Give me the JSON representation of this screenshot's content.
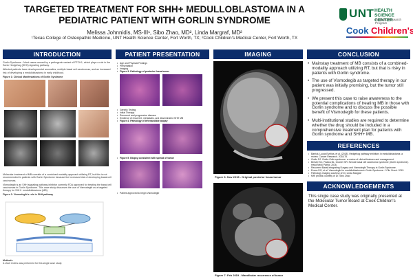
{
  "header": {
    "title": "TARGETED TREATMENT FOR SHH+ MEDULLOBLASTOMA IN A PEDIATRIC PATIENT WITH GORLIN SYNDROME",
    "authors": "Melissa Johnnidis, MS-III¹, Sibo Zhao, MD², Linda Margraf, MD²",
    "affiliations": "¹Texas College of Osteopathic Medicine, UNT Health Science Center, Fort Worth, TX; ²Cook Children's Medical Center, Fort Worth, TX"
  },
  "logos": {
    "unt": "UNT",
    "unt_sub": "HEALTH SCIENCE CENTER",
    "unt_tag": "Pediatric Research Program",
    "cook1": "Cook",
    "cook2": "Children's"
  },
  "intro": {
    "heading": "INTRODUCTION",
    "p1": "Gorlin Syndrome - Most cases caused by a pathogenic variant of PTCH1, which plays a role in the Sonic Hedgehog (SHH) signaling pathway.",
    "p2": "Affected patients have developmental anomalies, multiple basal cell carcinomas, and an increased risk of developing a medulloblastoma in early childhood.",
    "fig1": "Figure 1: Clinical Manifestations of Gorlin Syndrome",
    "p3": "Molecular treatment of MB consists of a combined modality approach utilizing RT, but this is not recommended in patients with Gorlin Syndrome because the increased risk of developing basal cell carcinomas.",
    "p4": "Vismodegib is an SHH signaling pathway inhibitor currently FDA approved for treating the basal cell carcinomas in Gorlin Syndrome. This case study discusses the use of Vismodegib as a targeted therapy for SHH+ medulloblastoma (MB).",
    "fig2": "Figure 2: Vismodegib's role in SHH pathway",
    "methods_label": "Methods",
    "methods": "A chart review was performed for this single case study."
  },
  "presentation": {
    "heading": "PATIENT PRESENTATION",
    "items": [
      "Age and Physical Findings",
      "Presentation",
      "Imaging",
      "Figure 3: Pathology of posterior fossa tumor",
      "Genetic Testing",
      "Initial Therapy",
      "Recurrent and progressive disease",
      "Evidence of recurrent, metastatic, and disseminated SHH MB",
      "Figure 4: Pathology of left mandible biopsy",
      "Figure 5: Biopsy consistent with spread of tumor",
      "Patient approved to begin Vismodegib"
    ]
  },
  "imaging": {
    "heading": "IMAGING",
    "fig6": "Figure 6: Nov 2015 - Original posterior fossa tumor",
    "fig7": "Figure 7: Feb 2019 - Mandibular recurrence of tumor"
  },
  "conclusion": {
    "heading": "CONCLUSION",
    "bullets": [
      "Mainstay treatment of MB consists of a combined-modality approach utilizing RT, but that is risky in patients with Gorlin syndrome.",
      "The use of Vismodegib as targeted therapy in our patient was initially promising, but the tumor still progressed.",
      "We present this case to raise awareness to the potential complications of treating MB in those with Gorlin syndrome and to discuss the possible benefit of Vismodegib for these patients.",
      "Multi-institutional studies are required to determine whether the drug should be included in a comprehensive treatment plan for patients with Gorlin syndrome and SHH+ MB."
    ]
  },
  "references": {
    "heading": "REFERENCES",
    "items": [
      "Barrick, Lucas Evelina, et al. (2018). Hedgehog pathway inhibitors in medulloblastoma: a review. Cancer Research. 2018;78.",
      "Gorlin RJ. Gorlin-Goltz syndrome: a review of clinical features and management.",
      "Bresler SC, Padwa BL, Granter SR. Nevoid basal cell carcinoma syndrome (Gorlin syndrome). Head Neck Pathol. 2016.",
      "Recurrent Basal-Integrating Surgery and Vismodegib Therapy in Gorlin Syndrome.",
      "Evans DG, et al. Vismodegib for medulloblastoma in Gorlin Syndrome. J Clin Oncol. 2019.",
      "Pathology imaging courtesy of Dr. Linda Margraf",
      "MRI photos courtesy of Dr. Sibo Zhao"
    ]
  },
  "ack": {
    "heading": "ACKNOWLEDGEMENTS",
    "text": "This single case study was originally presented at the Molecular Tumor Board at Cook Children's Medical Center."
  },
  "colors": {
    "header_bar": "#0c2d6b",
    "unt_green": "#0b6b3a",
    "cook_blue": "#1a5aa8",
    "cook_red": "#e5002b"
  }
}
